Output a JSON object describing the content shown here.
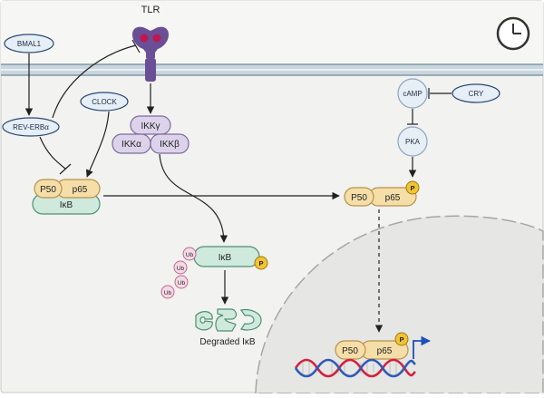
{
  "labels": {
    "tlr": "TLR",
    "bmal1": "BMAL1",
    "clock": "CLOCK",
    "rev_erba": "REV-ERBα",
    "camp": "cAMP",
    "cry": "CRY",
    "pka": "PKA",
    "ikk_gamma": "IKKγ",
    "ikk_alpha": "IKKα",
    "ikk_beta": "IKKβ",
    "p50": "P50",
    "p65": "p65",
    "ikb": "IκB",
    "phospho": "P",
    "ub": "Ub",
    "degraded_ikb": "Degraded IκB"
  },
  "colors": {
    "membrane": "#c9d6de",
    "cytoplasm": "#f2f2f0",
    "nucleus": "#e6e6e4",
    "oval_fill": "#e6eef6",
    "oval_stroke": "#2b4a73",
    "ikk_fill": "#dcd3ea",
    "ikk_stroke": "#7d6c9e",
    "p50_fill": "#f5dea8",
    "p50_stroke": "#b9924a",
    "ikb_fill": "#cfe9dc",
    "ikb_stroke": "#4f8f72",
    "phospho_fill": "#f3c431",
    "ub_fill": "#f6d9e6",
    "ub_stroke": "#c2678f",
    "tlr_purple": "#6a4f96",
    "tlr_red": "#c0174f",
    "dna_red": "#d0223e",
    "dna_blue": "#2f5ab7",
    "promoter_arrow": "#1f4fb8"
  },
  "icons": {
    "clock": "clock-icon",
    "promoter": "transcription-start-arrow-icon"
  }
}
